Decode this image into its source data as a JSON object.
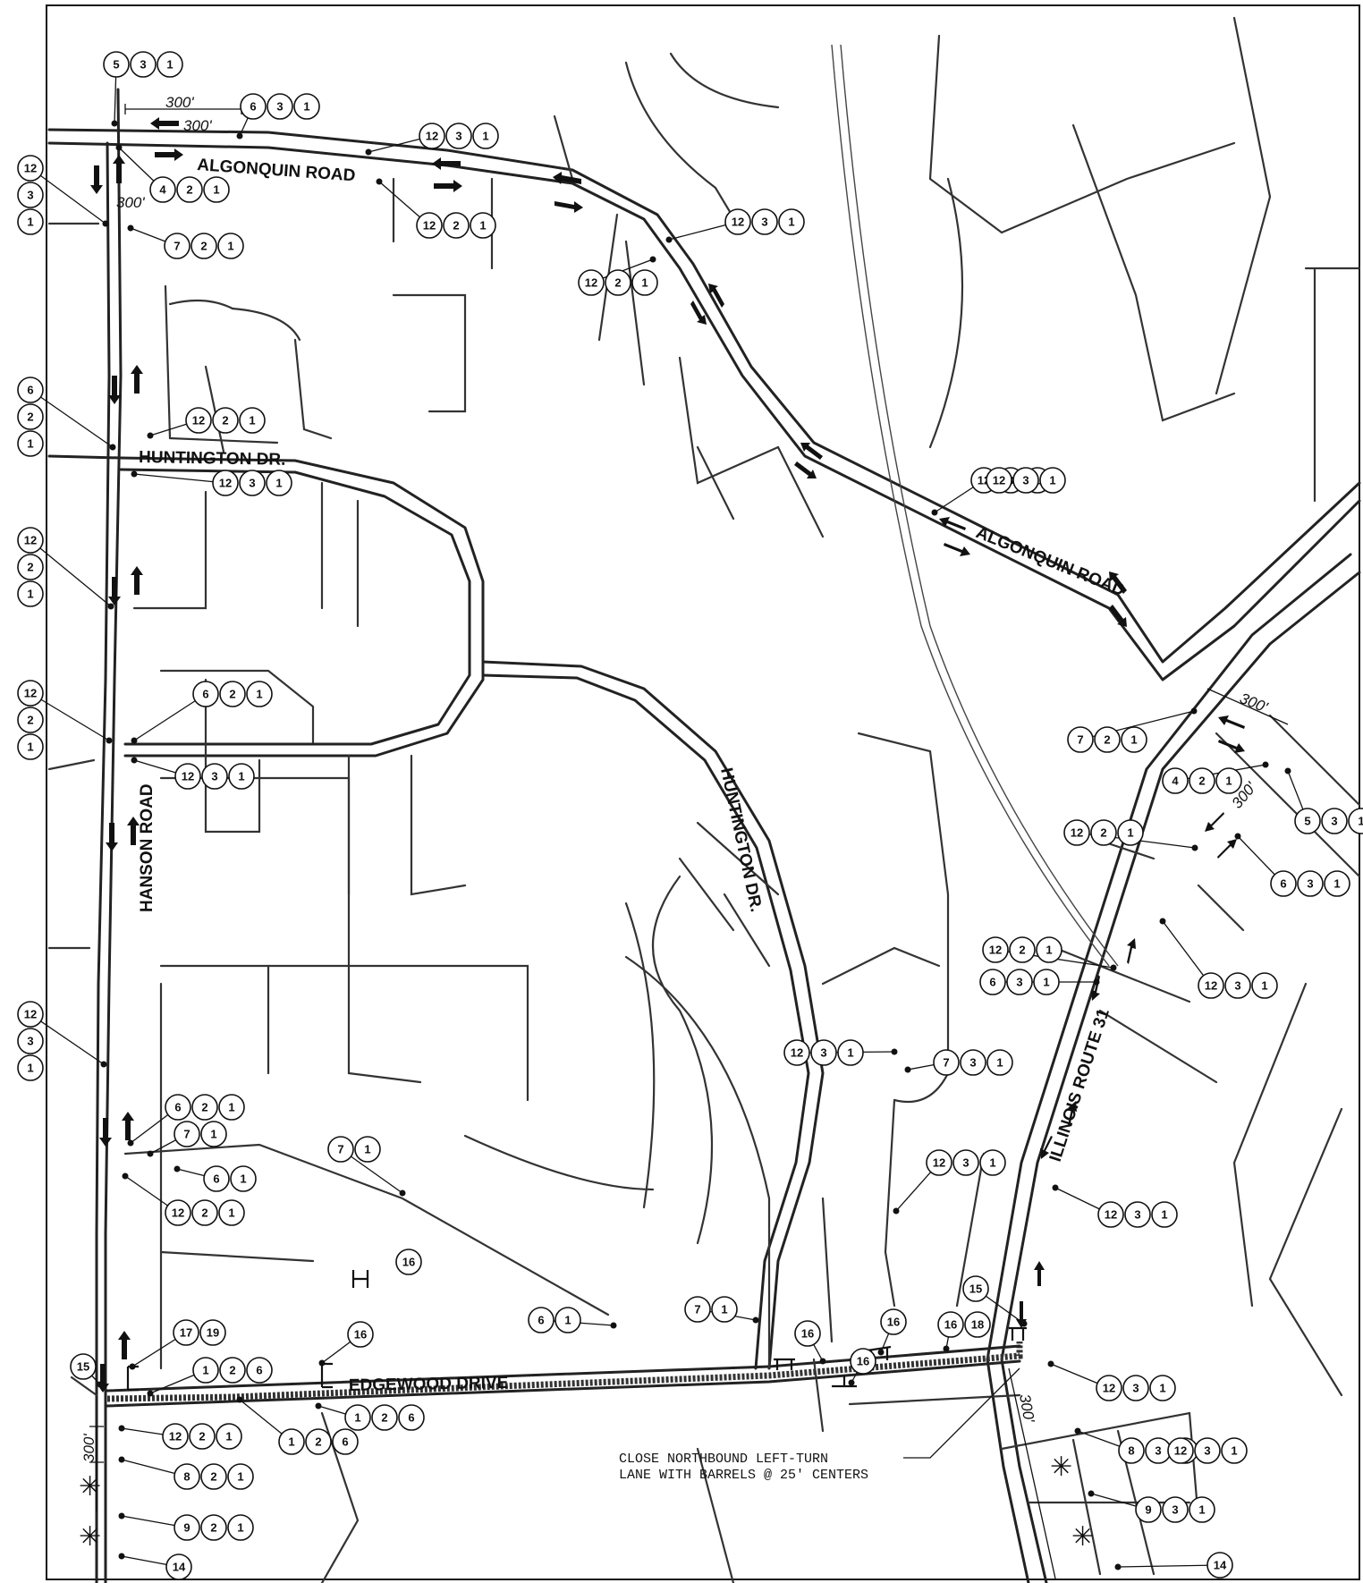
{
  "labels": {
    "algonquin_west": "ALGONQUIN ROAD",
    "algonquin_east": "ALGONQUIN ROAD",
    "huntington_west": "HUNTINGTON DR.",
    "huntington_center": "HUNTINGTON DR.",
    "hanson": "HANSON ROAD",
    "edgewood": "EDGEWOOD DRIVE",
    "route31": "ILLINOIS ROUTE 31",
    "note_line1": "CLOSE NORTHBOUND LEFT-TURN",
    "note_line2": "LANE WITH BARRELS @ 25' CENTERS"
  },
  "dimensions": [
    "300'",
    "300'",
    "300'",
    "300'",
    "300'",
    "300'",
    "300'"
  ],
  "callouts": [
    [
      "5",
      "3",
      "1"
    ],
    [
      "6",
      "3",
      "1"
    ],
    [
      "4",
      "2",
      "1"
    ],
    [
      "12",
      "3",
      "1"
    ],
    [
      "12",
      "2",
      "1"
    ],
    [
      "7",
      "2",
      "1"
    ],
    [
      "12",
      "3",
      "1"
    ],
    [
      "12",
      "2",
      "1"
    ],
    [
      "12",
      "3",
      "1"
    ],
    [
      "6",
      "2",
      "1"
    ],
    [
      "12",
      "2",
      "1"
    ],
    [
      "12",
      "3",
      "1"
    ],
    [
      "12",
      "2",
      "1"
    ],
    [
      "12",
      "3",
      "1"
    ],
    [
      "6",
      "2",
      "1"
    ],
    [
      "12",
      "2",
      "1"
    ],
    [
      "12",
      "3",
      "1"
    ],
    [
      "12",
      "3",
      "1"
    ],
    [
      "12",
      "3",
      "1"
    ],
    [
      "7",
      "2",
      "1"
    ],
    [
      "4",
      "2",
      "1"
    ],
    [
      "5",
      "3",
      "1"
    ],
    [
      "12",
      "2",
      "1"
    ],
    [
      "6",
      "3",
      "1"
    ],
    [
      "12",
      "2",
      "1"
    ],
    [
      "6",
      "3",
      "1"
    ],
    [
      "12",
      "3",
      "1"
    ],
    [
      "12",
      "3",
      "1"
    ],
    [
      "7",
      "3",
      "1"
    ],
    [
      "6",
      "2",
      "1"
    ],
    [
      "7",
      "1"
    ],
    [
      "6",
      "1"
    ],
    [
      "12",
      "2",
      "1"
    ],
    [
      "7",
      "1"
    ],
    [
      "12",
      "3",
      "1"
    ],
    [
      "12",
      "3",
      "1"
    ],
    [
      "16"
    ],
    [
      "15"
    ],
    [
      "17",
      "19"
    ],
    [
      "1",
      "2",
      "6"
    ],
    [
      "16"
    ],
    [
      "1",
      "2",
      "6"
    ],
    [
      "1",
      "2",
      "6"
    ],
    [
      "6",
      "1"
    ],
    [
      "7",
      "1"
    ],
    [
      "16"
    ],
    [
      "16"
    ],
    [
      "16",
      "18"
    ],
    [
      "15"
    ],
    [
      "16"
    ],
    [
      "12",
      "3",
      "1"
    ],
    [
      "12",
      "2",
      "1"
    ],
    [
      "8",
      "2",
      "1"
    ],
    [
      "9",
      "2",
      "1"
    ],
    [
      "14"
    ],
    [
      "8",
      "3",
      "1"
    ],
    [
      "9",
      "3",
      "1"
    ],
    [
      "14"
    ],
    [
      "12",
      "3",
      "1"
    ]
  ]
}
